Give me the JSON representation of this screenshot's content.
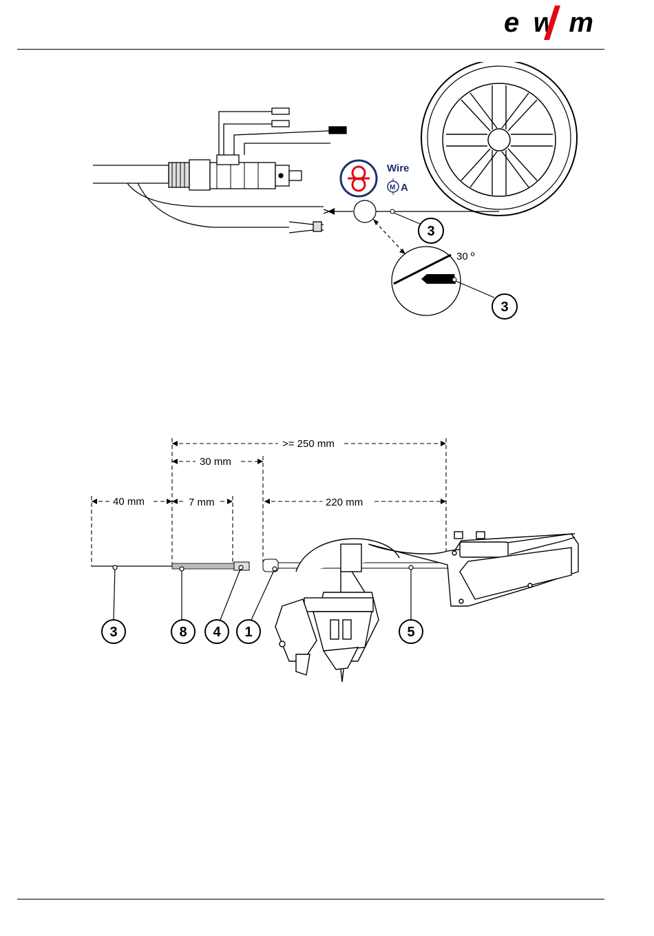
{
  "brand": {
    "logo_text": "ewm",
    "accent_color": "#e30613"
  },
  "figure_top": {
    "label_wire": "Wire",
    "label_ma": "A",
    "label_ma_icon": "M",
    "angle_label": "30 º",
    "callouts": [
      "3",
      "3"
    ],
    "icons": [
      "wire-feed-icon",
      "manual-mode-icon"
    ]
  },
  "figure_bottom": {
    "dimensions": {
      "total": ">= 250 mm",
      "d30": "30 mm",
      "d40": "40 mm",
      "d7": "7 mm",
      "d220": "220 mm"
    },
    "callouts": [
      "3",
      "8",
      "4",
      "1",
      "5"
    ]
  }
}
